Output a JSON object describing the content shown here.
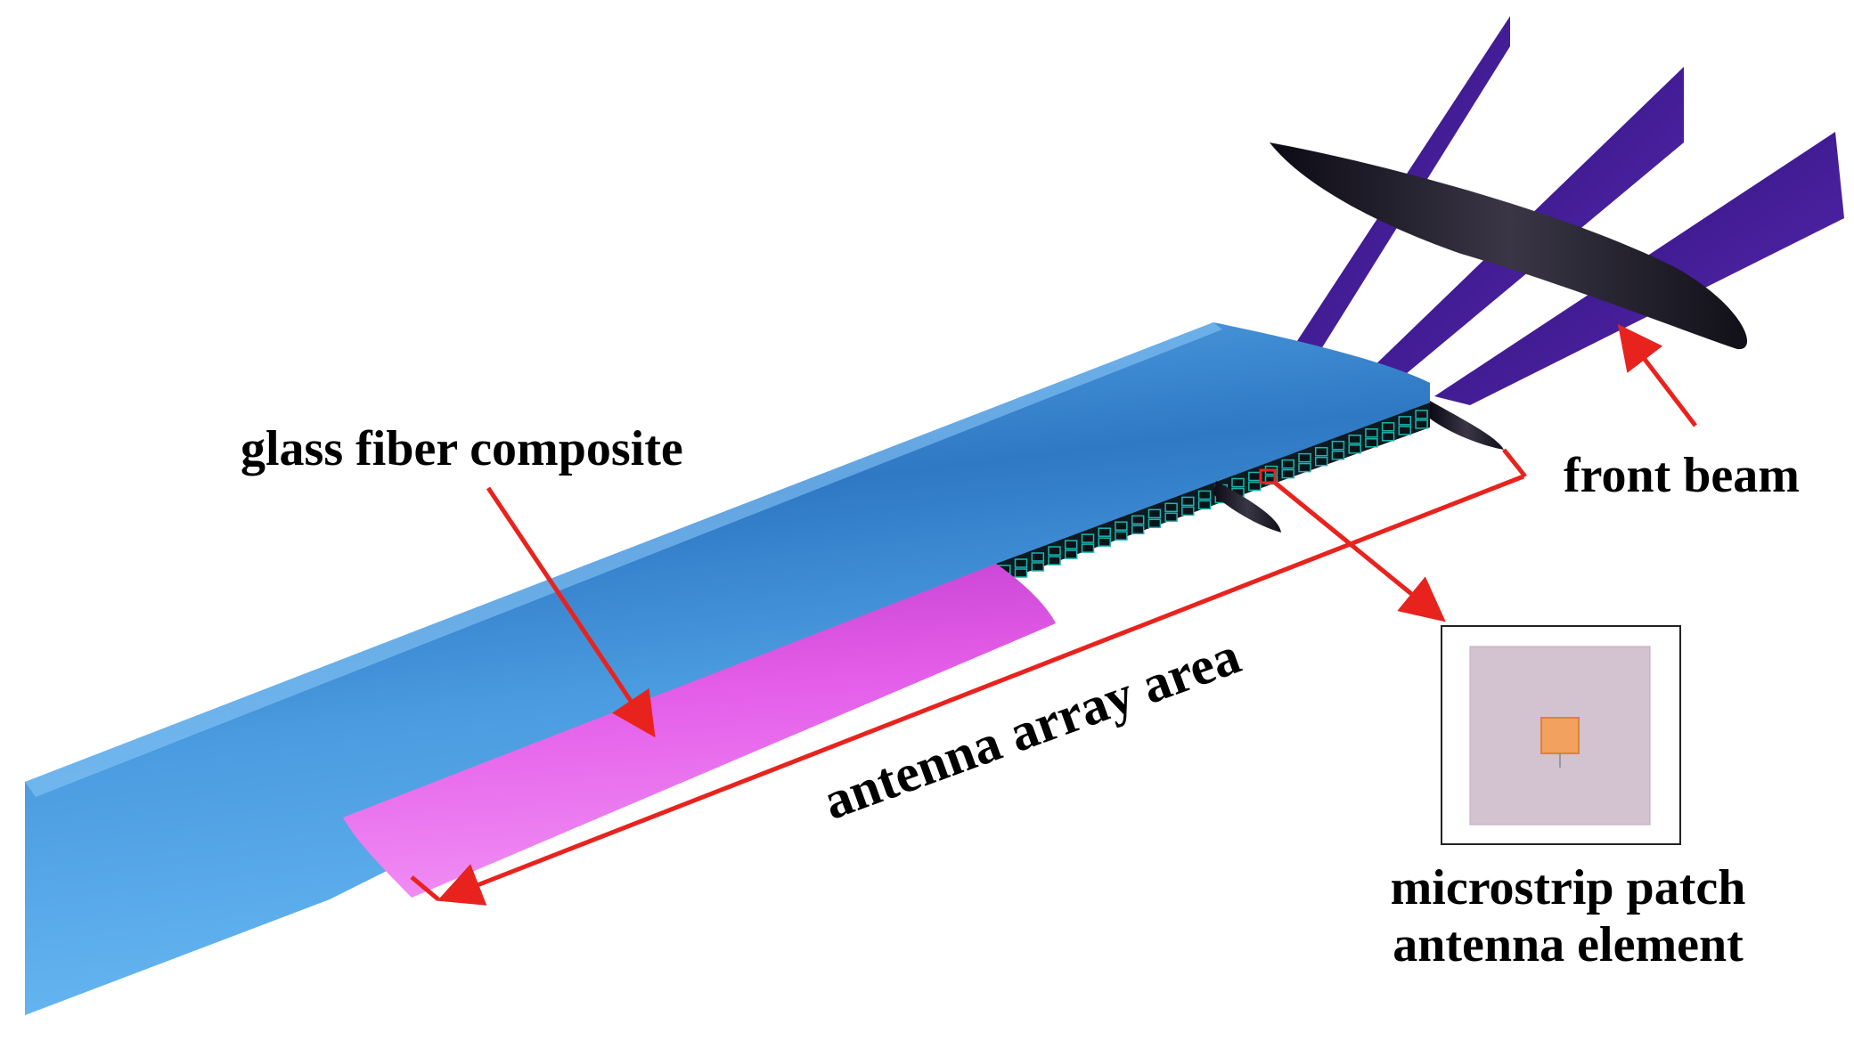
{
  "labels": {
    "glass_fiber": "glass fiber composite",
    "front_beam": "front beam",
    "antenna_array_area": "antenna array area",
    "microstrip_line1": "microstrip patch",
    "microstrip_line2": "antenna element"
  },
  "colors": {
    "wing_skin": "#3f8fd8",
    "glass_fiber_panel": "#e24fe6",
    "spar_purple": "#4a1fa0",
    "rib_dark": "#1c1a28",
    "antenna_grid": "#17b6b0",
    "arrow_red": "#e8231e",
    "inset_substrate": "#d3c2d0",
    "inset_patch": "#f2a25e"
  }
}
